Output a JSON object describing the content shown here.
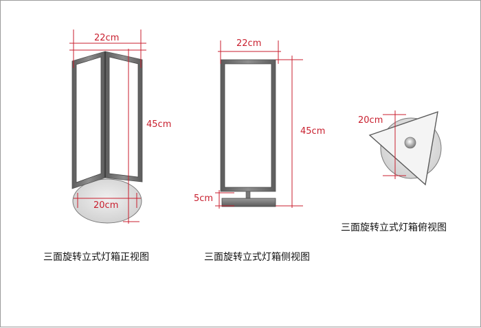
{
  "front_view": {
    "caption": "三面旋转立式灯箱正视图",
    "width_label": "22cm",
    "height_label": "45cm",
    "base_label": "20cm"
  },
  "side_view": {
    "caption": "三面旋转立式灯箱侧视图",
    "width_label": "22cm",
    "height_label": "45cm",
    "base_height_label": "5cm"
  },
  "top_view": {
    "caption": "三面旋转立式灯箱俯视图",
    "base_label": "20cm"
  },
  "colors": {
    "dimension": "#c81e2d",
    "frame": "#707070",
    "panel": "#ffffff",
    "base": "#e2e2e2"
  }
}
